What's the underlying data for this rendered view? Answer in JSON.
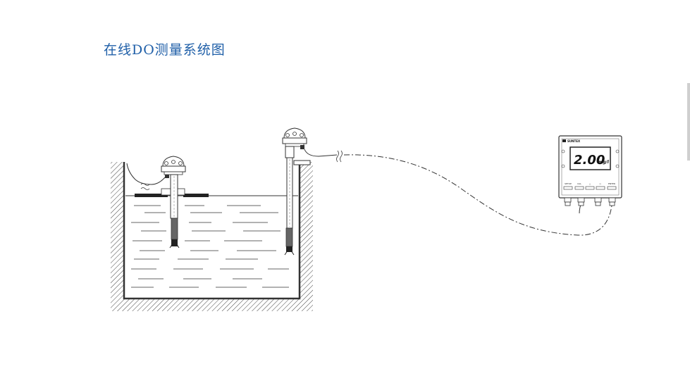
{
  "page": {
    "title": "在线DO测量系统图"
  },
  "meter": {
    "brand": "SUNTEX",
    "reading_value": "2.00",
    "reading_unit": "mg/l",
    "button_labels": [
      "SETUP",
      "CAL",
      "△",
      "▷",
      "ENTER"
    ]
  },
  "colors": {
    "title": "#1f5fa8",
    "line": "#333333"
  }
}
